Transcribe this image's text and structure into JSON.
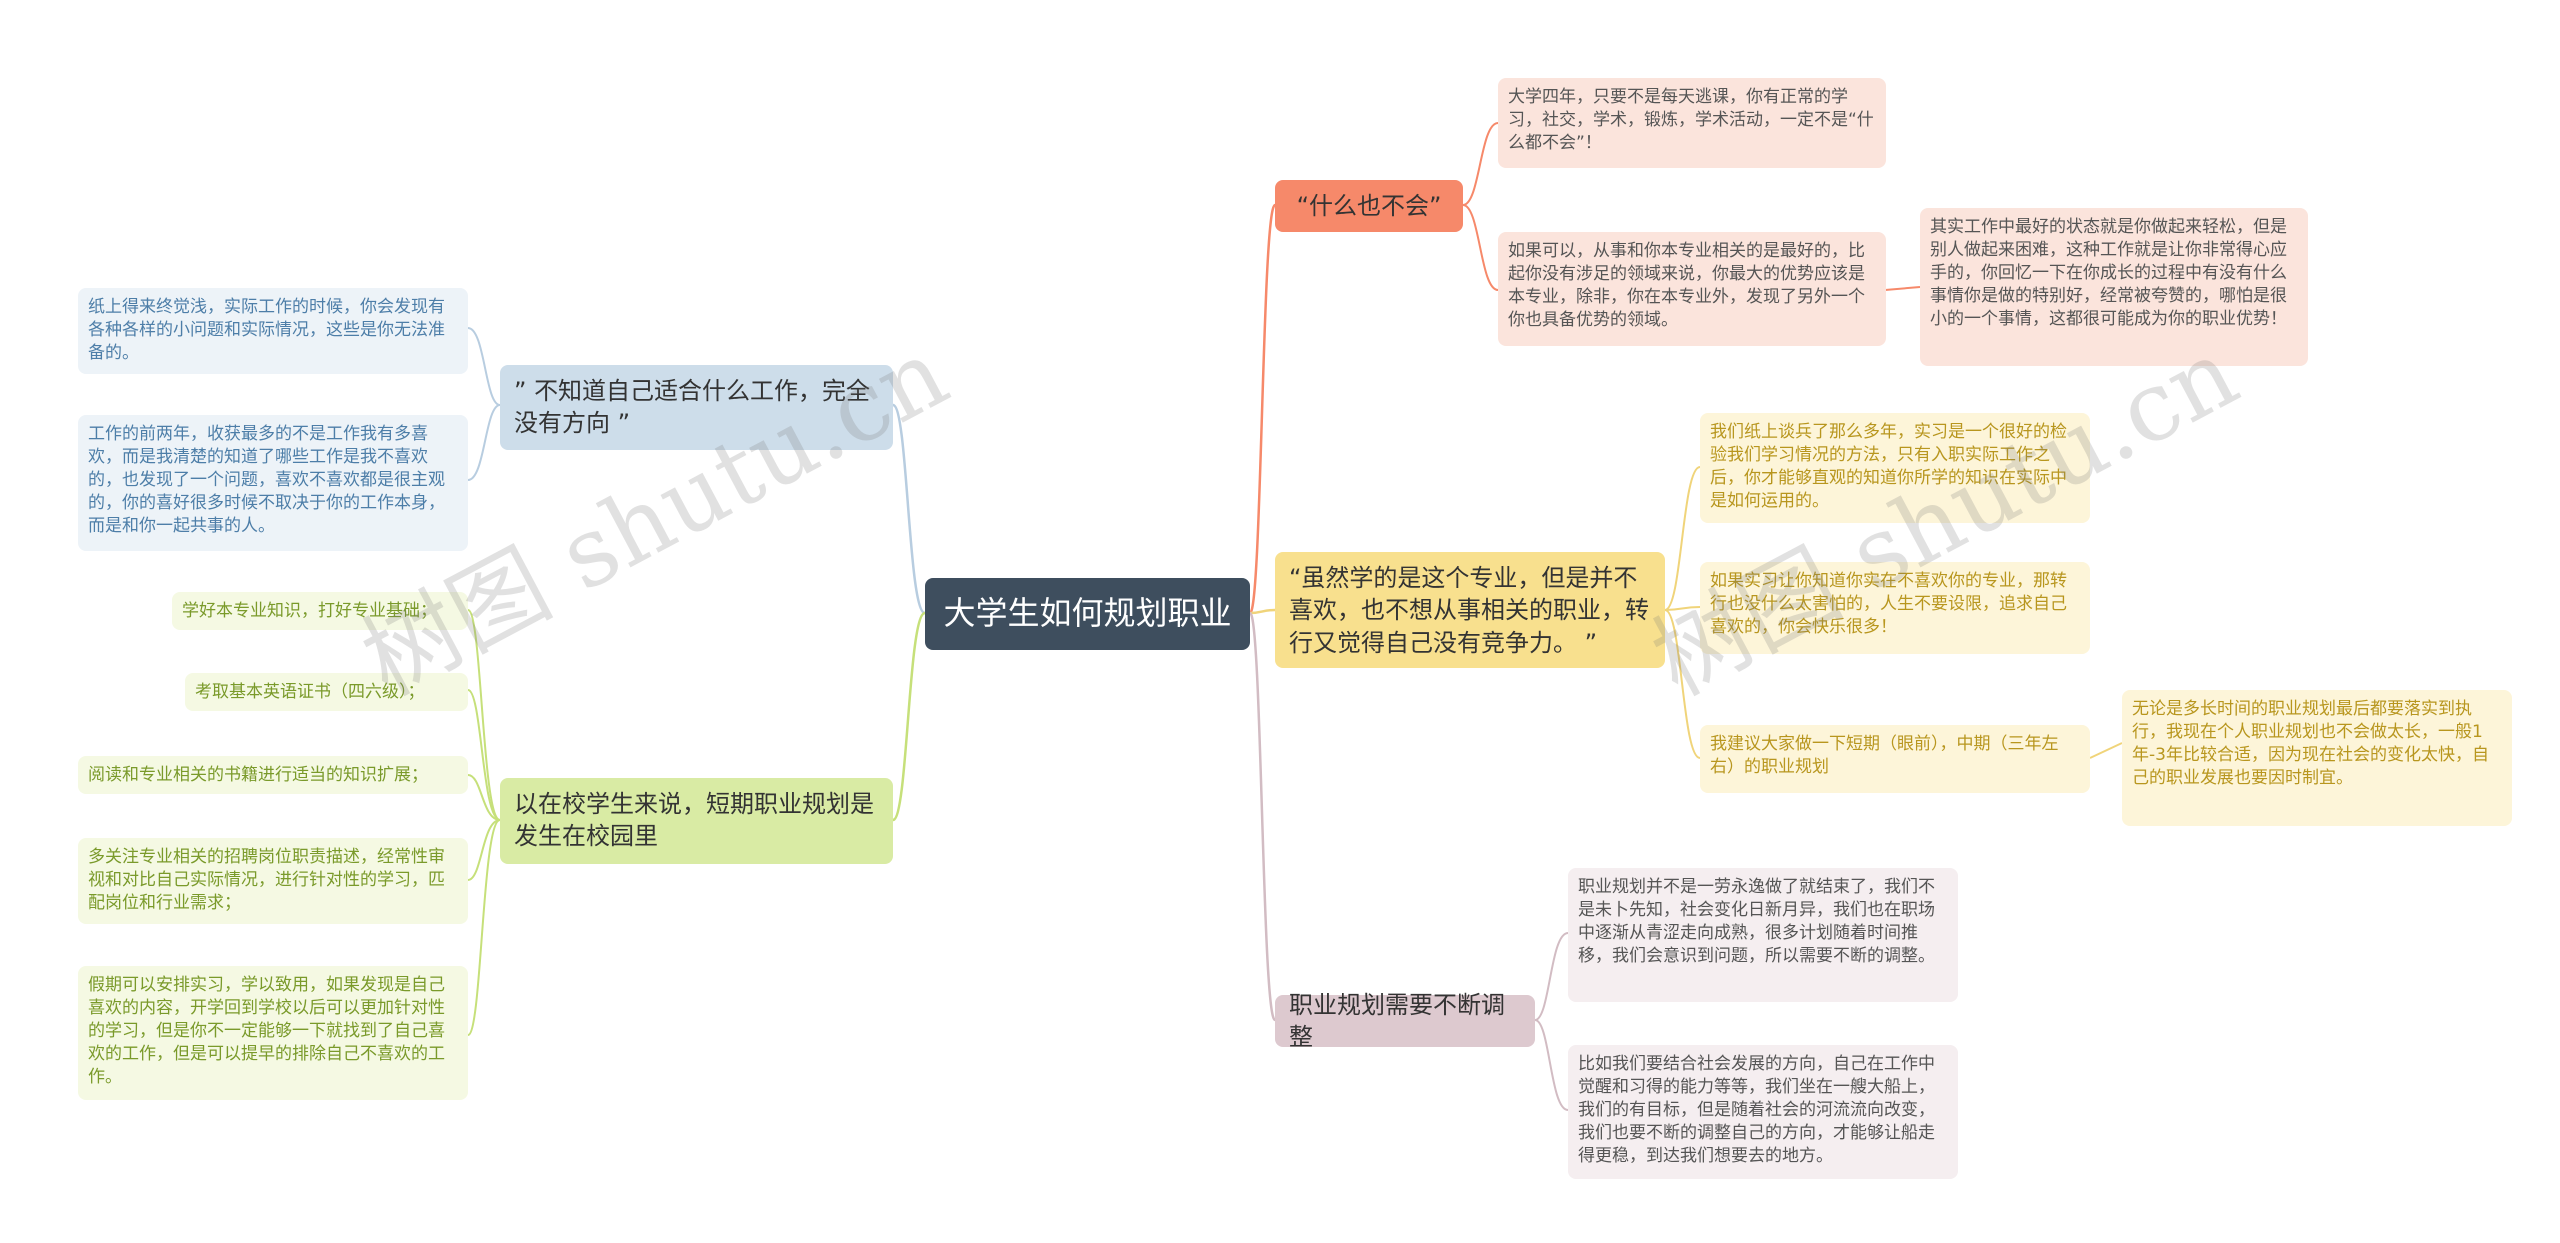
{
  "root": "大学生如何规划职业",
  "right": {
    "b1": {
      "label": "“什么也不会”",
      "leaf1": "大学四年，只要不是每天逃课，你有正常的学习，社交，学术，锻炼，学术活动，一定不是“什么都不会”！",
      "leaf2": "如果可以，从事和你本专业相关的是最好的，比起你没有涉足的领域来说，你最大的优势应该是本专业，除非，你在本专业外，发现了另外一个你也具备优势的领域。",
      "leaf2_child": "其实工作中最好的状态就是你做起来轻松，但是别人做起来困难，这种工作就是让你非常得心应手的，你回忆一下在你成长的过程中有没有什么事情你是做的特别好，经常被夸赞的，哪怕是很小的一个事情，这都很可能成为你的职业优势！"
    },
    "b2": {
      "label": "“虽然学的是这个专业，但是并不喜欢，也不想从事相关的职业，转行又觉得自己没有竞争力。 ”",
      "leaf1": "我们纸上谈兵了那么多年，实习是一个很好的检验我们学习情况的方法，只有入职实际工作之后，你才能够直观的知道你所学的知识在实际中是如何运用的。",
      "leaf2": "如果实习让你知道你实在不喜欢你的专业，那转行也没什么太害怕的，人生不要设限，追求自己喜欢的，你会快乐很多！",
      "leaf3": "我建议大家做一下短期（眼前），中期（三年左右）的职业规划",
      "leaf3_child": "无论是多长时间的职业规划最后都要落实到执行，我现在个人职业规划也不会做太长，一般1年-3年比较合适，因为现在社会的变化太快，自己的职业发展也要因时制宜。"
    },
    "b3": {
      "label": "职业规划需要不断调整",
      "leaf1": "职业规划并不是一劳永逸做了就结束了，我们不是未卜先知，社会变化日新月异，我们也在职场中逐渐从青涩走向成熟，很多计划随着时间推移，我们会意识到问题，所以需要不断的调整。",
      "leaf2": "比如我们要结合社会发展的方向，自己在工作中觉醒和习得的能力等等，我们坐在一艘大船上，我们的有目标，但是随着社会的河流流向改变，我们也要不断的调整自己的方向，才能够让船走得更稳，到达我们想要去的地方。"
    }
  },
  "left": {
    "b4": {
      "label": "” 不知道自己适合什么工作，完全没有方向 ”",
      "leaf1": "纸上得来终觉浅，实际工作的时候，你会发现有各种各样的小问题和实际情况，这些是你无法准备的。",
      "leaf2": "工作的前两年，收获最多的不是工作我有多喜欢，而是我清楚的知道了哪些工作是我不喜欢的，也发现了一个问题，喜欢不喜欢都是很主观的，你的喜好很多时候不取决于你的工作本身，而是和你一起共事的人。"
    },
    "b5": {
      "label": "以在校学生来说，短期职业规划是发生在校园里",
      "leaf1": "学好本专业知识，打好专业基础；",
      "leaf2": "考取基本英语证书（四六级）；",
      "leaf3": "阅读和专业相关的书籍进行适当的知识扩展；",
      "leaf4": "多关注专业相关的招聘岗位职责描述，经常性审视和对比自己实际情况，进行针对性的学习，匹配岗位和行业需求；",
      "leaf5": "假期可以安排实习，学以致用，如果发现是自己喜欢的内容，开学回到学校以后可以更加针对性的学习，但是你不一定能够一下就找到了自己喜欢的工作，但是可以提早的排除自己不喜欢的工作。"
    }
  },
  "watermark": "树图 shutu.cn",
  "colors": {
    "root": "#3e4e5e",
    "orange": "#f6896a",
    "yellow": "#f8e08e",
    "mauve": "#ddc9cf",
    "blue": "#cdddea",
    "green": "#d9eba4"
  }
}
